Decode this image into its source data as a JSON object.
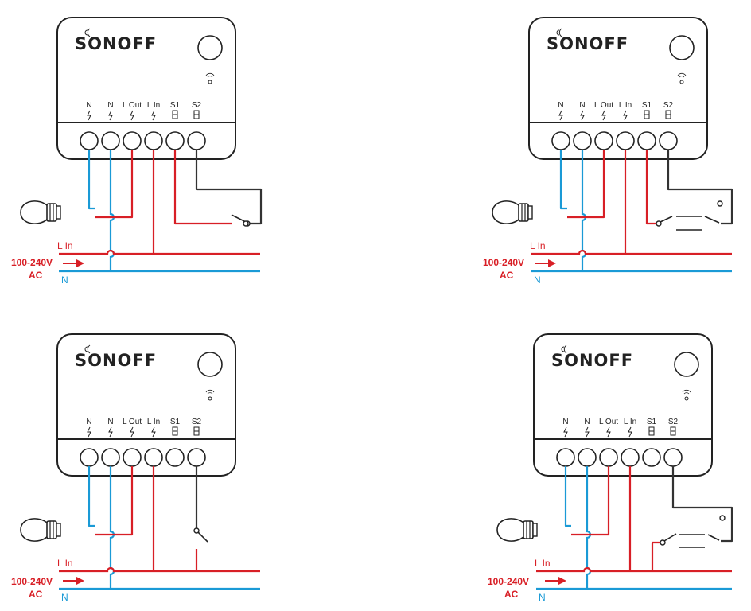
{
  "colors": {
    "live": "#d81f26",
    "neutral": "#1a9ad6",
    "switch_wire": "#333333",
    "outline": "#222222"
  },
  "brand": "SONOFF",
  "terminal_labels": [
    "N",
    "N",
    "L Out",
    "L In",
    "S1",
    "S2"
  ],
  "supply": {
    "voltage": "100-240V",
    "ac": "AC",
    "live_label": "L In",
    "neutral_label": "N"
  },
  "icons": {
    "terminal_neutral": "lightning-icon",
    "terminal_switch": "switch-contact-icon",
    "wifi": "wifi-led-icon",
    "button": "pairing-button-icon",
    "load": "light-bulb-icon",
    "direction": "arrow-right-icon"
  },
  "diagrams": [
    {
      "id": "single-switch-s1-s2",
      "switch_type": "single-pole switch between S1 and S2"
    },
    {
      "id": "two-way-switch-s1-s2",
      "switch_type": "two-way switch between S1 and S2"
    },
    {
      "id": "single-switch-s2-live",
      "switch_type": "single-pole switch between S2 and L In"
    },
    {
      "id": "two-way-switch-s2-live",
      "switch_type": "two-way switch between S2 and L In"
    }
  ]
}
